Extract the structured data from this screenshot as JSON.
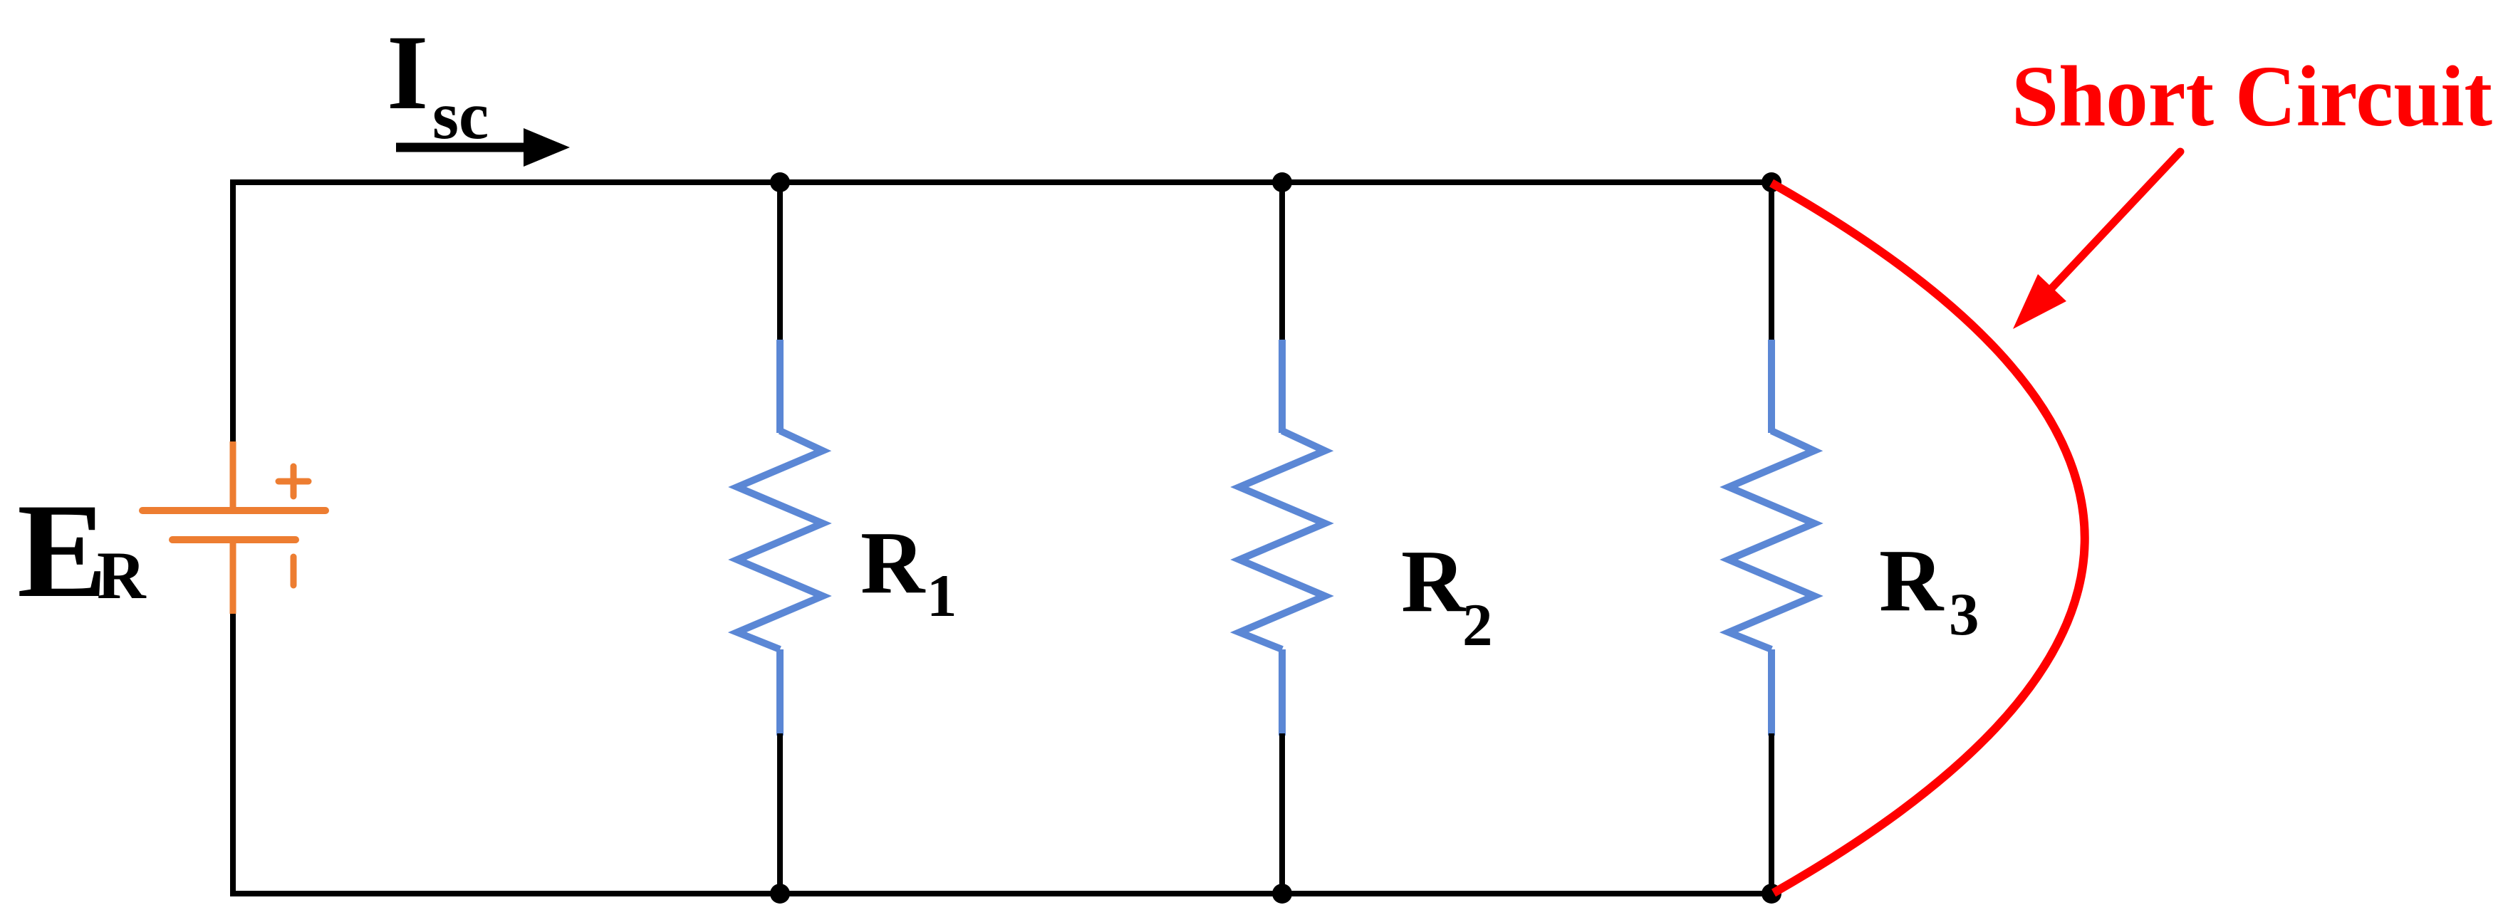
{
  "colors": {
    "wire": "#000000",
    "resistor": "#5B87D5",
    "source": "#ED7D31",
    "short": "#FF0000",
    "bg": "#FFFFFF"
  },
  "labels": {
    "source": {
      "main": "E",
      "sub": "R"
    },
    "current": {
      "main": "I",
      "sub": "sc"
    },
    "resistors": [
      {
        "main": "R",
        "sub": "1"
      },
      {
        "main": "R",
        "sub": "2"
      },
      {
        "main": "R",
        "sub": "3"
      }
    ],
    "annotation": "Short Circuit",
    "polarity": {
      "plus": "+",
      "minus": "−"
    }
  },
  "circuit": {
    "source_name": "ER",
    "current_name": "Isc",
    "branch_names": [
      "R1",
      "R2",
      "R3"
    ],
    "fault": "Short Circuit"
  }
}
